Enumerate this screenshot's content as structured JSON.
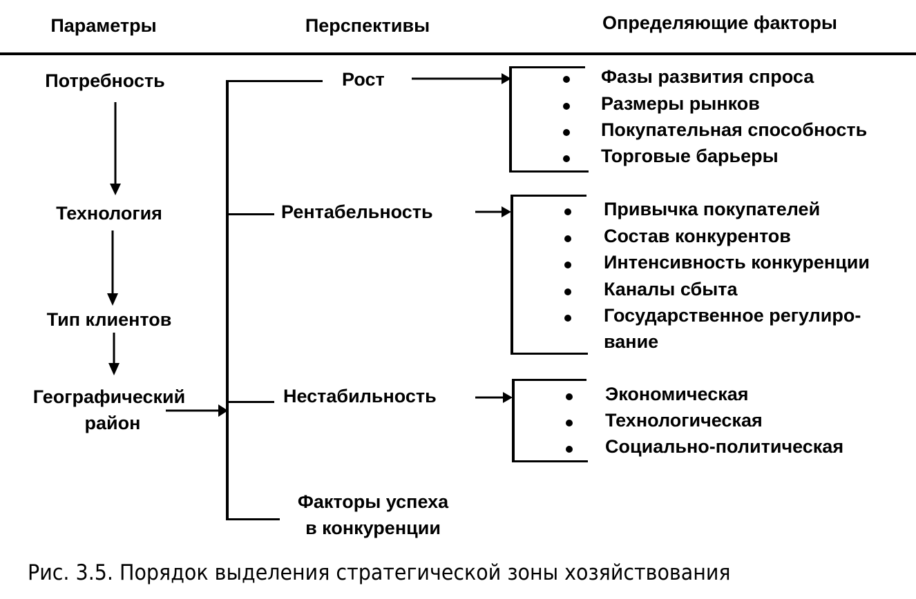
{
  "headers": {
    "parameters": "Параметры",
    "perspectives": "Перспективы",
    "factors": "Определяющие факторы"
  },
  "parameters": [
    "Потребность",
    "Технология",
    "Тип клиентов",
    "Географический",
    "район"
  ],
  "perspectives": {
    "growth": "Рост",
    "profitability": "Рентабельность",
    "instability": "Нестабильность",
    "success_line1": "Факторы успеха",
    "success_line2": "в конкуренции"
  },
  "factor_groups": {
    "growth": [
      "Фазы развития спроса",
      "Размеры рынков",
      "Покупательная способность",
      "Торговые барьеры"
    ],
    "profitability": [
      "Привычка покупателей",
      "Состав конкурентов",
      "Интенсивность конкуренции",
      "Каналы сбыта",
      "Государственное регулиро-",
      "вание"
    ],
    "instability": [
      "Экономическая",
      "Технологическая",
      "Социально-политическая"
    ]
  },
  "caption": "Рис. 3.5. Порядок выделения стратегической зоны хозяйствования"
}
